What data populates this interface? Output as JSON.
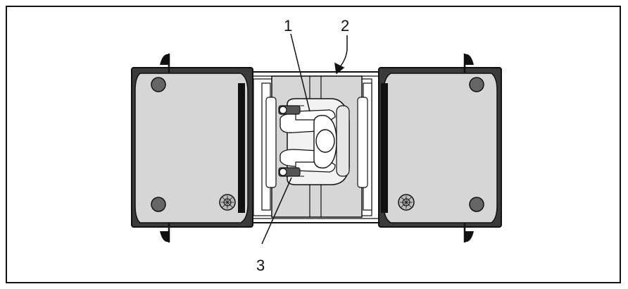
{
  "callouts": [
    {
      "label": "1"
    },
    {
      "label": "2"
    },
    {
      "label": "3"
    }
  ],
  "colors": {
    "outline": "#111111",
    "body_fill": "#d6d6d6",
    "dark_fill": "#3a3a3a",
    "background": "#ffffff"
  }
}
